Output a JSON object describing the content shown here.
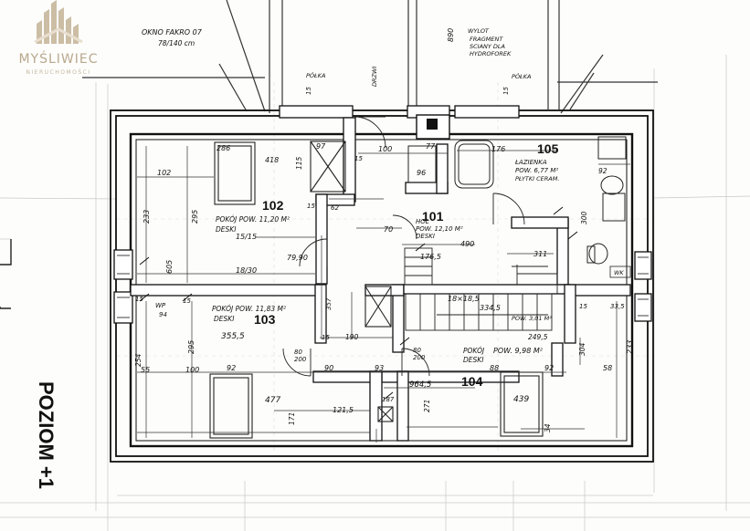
{
  "logo": {
    "brand": "MYŚLIWIEC",
    "subtitle": "NIERUCHOMOŚCI"
  },
  "level_label": "POZIOM +1",
  "window_note": {
    "line1": "OKNO FAKRO 07",
    "line2": "78/140 cm"
  },
  "chimney_note": [
    "WYLOT",
    "FRAGMENT",
    "SCIANY DLA",
    "HYDROFOREK"
  ],
  "top_labels": {
    "dim_890": "890",
    "pulka_left": "PÓŁKA",
    "pulka_right": "PÓŁKA",
    "drzwi": "DRZWI",
    "dim_15a": "15",
    "dim_15b": "15"
  },
  "rooms": {
    "r102": {
      "number": "102",
      "line1": "POKÓJ POW. 11,20 M²",
      "line2": "DESKI"
    },
    "r101": {
      "number": "101",
      "line1": "HOL",
      "line2": "POW. 12,10 M²",
      "line3": "DESKI"
    },
    "r105": {
      "number": "105",
      "line1": "ŁAZIENKA",
      "line2": "POW. 6,77 M²",
      "line3": "PŁYTKI CERAM."
    },
    "r103": {
      "number": "103",
      "line1": "POKÓJ POW. 11,83 M²",
      "line2": "DESKI"
    },
    "r104": {
      "number": "104",
      "line1": "POKÓJ",
      "line2": "DESKI",
      "line3": "POW. 9,98 M²"
    },
    "stairs": {
      "line1": "18×18,5",
      "line2": "POW. 3,01 M²"
    }
  },
  "dimensions": {
    "d286": "286",
    "d418": "418",
    "d102": "102",
    "d115a": "115",
    "d233a": "233",
    "d295a": "295",
    "d605": "605",
    "d1515": "15/15",
    "d1830": "18/30",
    "d7990": "79,90",
    "d62": "62",
    "d15a": "15",
    "d100a": "100",
    "d176a": "176",
    "d70": "70",
    "d490": "490",
    "d1765": "176,5",
    "d311": "311",
    "d3345": "334,5",
    "d2495": "249,5",
    "d97": "97",
    "d77": "77",
    "d96": "96",
    "d300": "300",
    "d92a": "92",
    "d3555": "355,5",
    "d190": "190",
    "d254": "254",
    "d295b": "295",
    "d55": "55",
    "d100b": "100",
    "d92b": "92",
    "d90": "90",
    "d93": "93",
    "d9645": "964,5",
    "d88": "88",
    "d92c": "92",
    "d58": "58",
    "d233b": "233",
    "d304": "304",
    "d477": "477",
    "d1215": "121,5",
    "d271": "271",
    "d439": "439",
    "d171": "171",
    "d34": "34",
    "d80a": "80",
    "d80b": "80",
    "d200a": "200",
    "d200b": "200",
    "d15b": "15",
    "d15c": "15",
    "d15d": "15",
    "d94": "94",
    "d335": "33,5",
    "d187": "187",
    "d357": "357",
    "d15e": "15",
    "d15f": "15"
  },
  "tags": {
    "wp": "WP",
    "wk": "WK"
  }
}
